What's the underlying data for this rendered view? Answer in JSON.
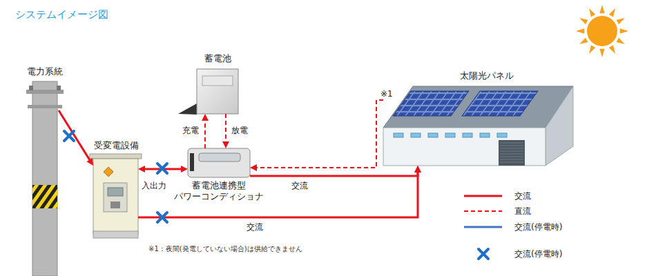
{
  "diagram": {
    "title": "システムイメージ図",
    "nodes": [
      {
        "text": [
          "電力系統"
        ]
      },
      {
        "text": [
          "受変電設備"
        ]
      },
      {
        "text": [
          "蓄電池"
        ]
      },
      {
        "text": [
          "蓄電池連携型 パワーコンディショナ"
        ]
      },
      {
        "text": [
          "太陽光パネル"
        ]
      }
    ],
    "edges": [
      {
        "from": 0,
        "to": 1,
        "arrow": "to"
      },
      {
        "from": 1,
        "to": 3,
        "label": "入出力",
        "arrow": "both"
      },
      {
        "from": 3,
        "to": 2,
        "label": "充電",
        "arrow": "to"
      },
      {
        "from": 2,
        "to": 3,
        "label": "放電",
        "arrow": "to"
      },
      {
        "from": 4,
        "to": 3,
        "label": "※1",
        "arrow": "to"
      },
      {
        "from": 3,
        "to": 4,
        "label": "交流",
        "arrow": "to"
      },
      {
        "from": 1,
        "to": 4,
        "label": "交流",
        "arrow": "to"
      }
    ],
    "labels": [
      "※1：夜間(発電していない場合)は供給できません"
    ],
    "legend": [
      {
        "text": "交流"
      },
      {
        "text": "直流"
      },
      {
        "text": "交流(停電時)"
      },
      {
        "text": "交流(停電時)"
      }
    ]
  }
}
